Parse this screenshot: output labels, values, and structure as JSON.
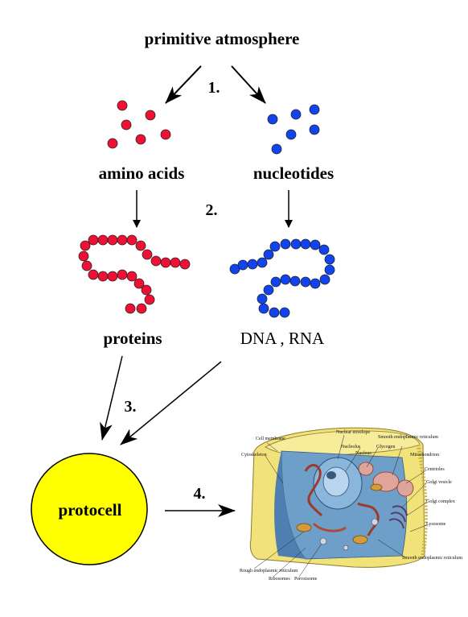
{
  "labels": {
    "atmosphere": "primitive atmosphere",
    "amino_acids": "amino acids",
    "nucleotides": "nucleotides",
    "proteins": "proteins",
    "dna_rna": "DNA , RNA",
    "protocell": "protocell"
  },
  "steps": [
    "1.",
    "2.",
    "3.",
    "4."
  ],
  "cell_labels": {
    "cell_membrane": "Cell membrane",
    "cytoskeleton": "Cytoskeleton",
    "nuclear_envelope": "Nuclear envelope",
    "nucleolus": "Nucleolus",
    "nucleus": "Nucleus",
    "smooth_er": "Smooth endoplasmic reticulum",
    "glycogen": "Glycogen",
    "mitochondrion": "Mitochondrion",
    "centrioles": "Centrioles",
    "golgi_vesicle": "Golgi vesicle",
    "golgi_complex": "Golgi complex",
    "lysosome": "Lysosome",
    "rough_er": "Rough endoplasmic reticulum",
    "ribosomes": "Ribosomes",
    "peroxisome": "Peroxisome",
    "smooth_er_2": "Smooth endoplasmic reticulum"
  },
  "colors": {
    "amino_acid": "#ee1133",
    "nucleotide": "#1144ee",
    "protocell_fill": "#ffff00",
    "arrow": "#000000"
  }
}
